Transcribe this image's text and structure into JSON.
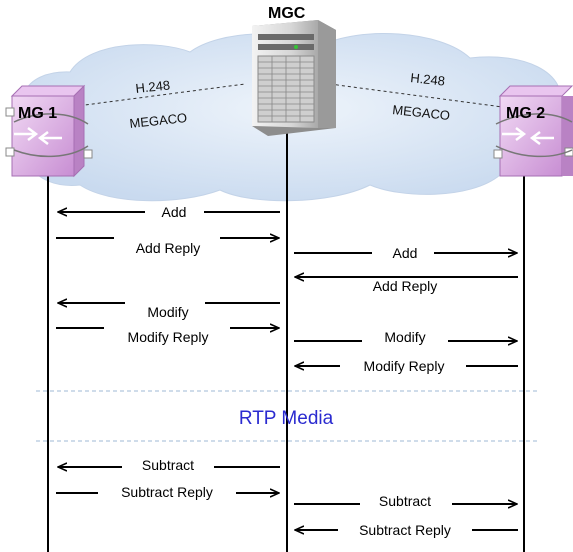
{
  "entities": {
    "mgc": "MGC",
    "mg1": "MG 1",
    "mg2": "MG 2"
  },
  "links": {
    "left_protocol": "H.248",
    "left_name": "MEGACO",
    "right_protocol": "H.248",
    "right_name": "MEGACO"
  },
  "media_label": "RTP Media",
  "messages": [
    {
      "id": "m1",
      "text": "Add",
      "from": "MGC",
      "to": "MG 1"
    },
    {
      "id": "m2",
      "text": "Add Reply",
      "from": "MG 1",
      "to": "MGC"
    },
    {
      "id": "m3",
      "text": "Add",
      "from": "MGC",
      "to": "MG 2"
    },
    {
      "id": "m4",
      "text": "Add Reply",
      "from": "MG 2",
      "to": "MGC"
    },
    {
      "id": "m5",
      "text": "Modify",
      "from": "MGC",
      "to": "MG 1"
    },
    {
      "id": "m6",
      "text": "Modify Reply",
      "from": "MG 1",
      "to": "MGC"
    },
    {
      "id": "m7",
      "text": "Modify",
      "from": "MGC",
      "to": "MG 2"
    },
    {
      "id": "m8",
      "text": "Modify Reply",
      "from": "MG 2",
      "to": "MGC"
    },
    {
      "id": "m9",
      "text": "Subtract",
      "from": "MGC",
      "to": "MG 1"
    },
    {
      "id": "m10",
      "text": "Subtract Reply",
      "from": "MG 1",
      "to": "MGC"
    },
    {
      "id": "m11",
      "text": "Subtract",
      "from": "MGC",
      "to": "MG 2"
    },
    {
      "id": "m12",
      "text": "Subtract Reply",
      "from": "MG 2",
      "to": "MGC"
    }
  ],
  "colors": {
    "cloud": "#d9e6f5",
    "gateway": "#d8a8e0",
    "media_text": "#2b2bd0",
    "separator": "#9fb9d6"
  }
}
